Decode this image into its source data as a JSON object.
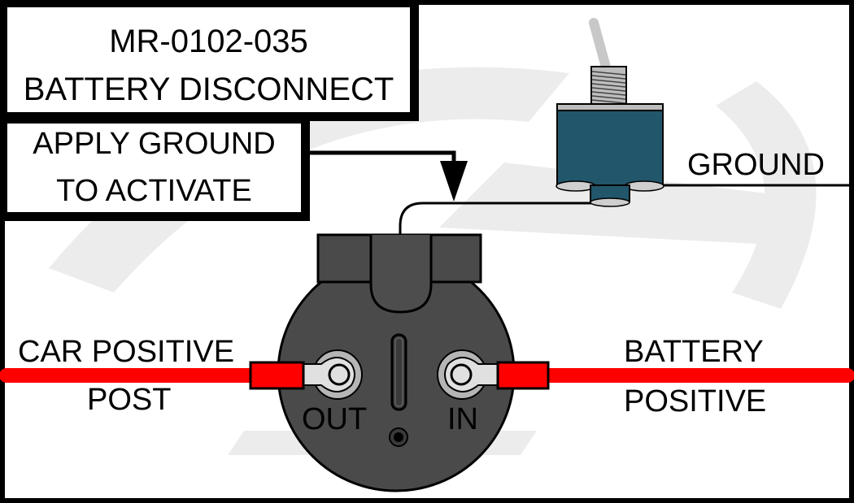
{
  "title": {
    "part_number": "MR-0102-035",
    "name": "BATTERY DISCONNECT"
  },
  "instruction": {
    "line1": "APPLY GROUND",
    "line2": "TO ACTIVATE"
  },
  "labels": {
    "ground": "GROUND",
    "car_positive_line1": "CAR POSITIVE",
    "car_positive_line2": "POST",
    "battery_positive_line1": "BATTERY",
    "battery_positive_line2": "POSITIVE",
    "terminal_out": "OUT",
    "terminal_in": "IN"
  },
  "components": {
    "switch": "toggle-switch",
    "disconnect": "battery-disconnect-solenoid"
  },
  "colors": {
    "wire_positive": "#ff0000",
    "switch_body": "#22566a",
    "solenoid_body": "#4a4a4a",
    "watermark": "#e8e8e8"
  }
}
